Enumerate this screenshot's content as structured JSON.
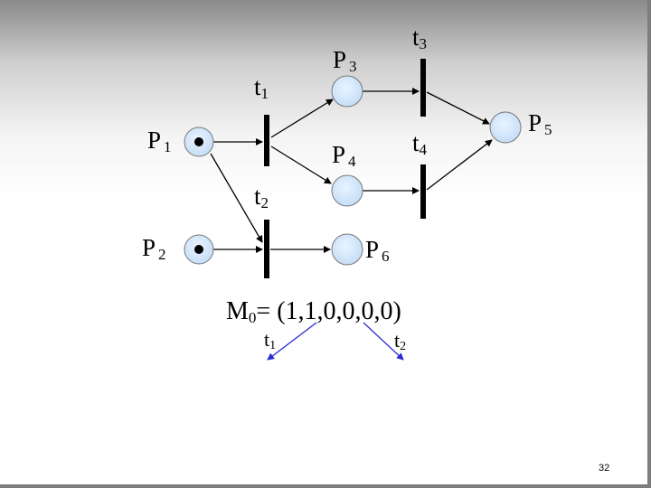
{
  "places": {
    "p1": {
      "letter": "P",
      "sub": "1"
    },
    "p2": {
      "letter": "P",
      "sub": "2"
    },
    "p3": {
      "letter": "P",
      "sub": "3"
    },
    "p4": {
      "letter": "P",
      "sub": "4"
    },
    "p5": {
      "letter": "P",
      "sub": "5"
    },
    "p6": {
      "letter": "P",
      "sub": "6"
    }
  },
  "transitions": {
    "t1": {
      "letter": "t",
      "sub": "1"
    },
    "t2": {
      "letter": "t",
      "sub": "2"
    },
    "t3": {
      "letter": "t",
      "sub": "3"
    },
    "t4": {
      "letter": "t",
      "sub": "4"
    }
  },
  "marking": {
    "letter": "M",
    "sub": "0",
    "value": "= (1,1,0,0,0,0)"
  },
  "successors": [
    {
      "letter": "t",
      "sub": "1"
    },
    {
      "letter": "t",
      "sub": "2"
    }
  ],
  "colors": {
    "place_fill": "#d7eaff",
    "arrow": "#000000",
    "successor_arrow": "#2b2bd6"
  },
  "page_number": "32"
}
